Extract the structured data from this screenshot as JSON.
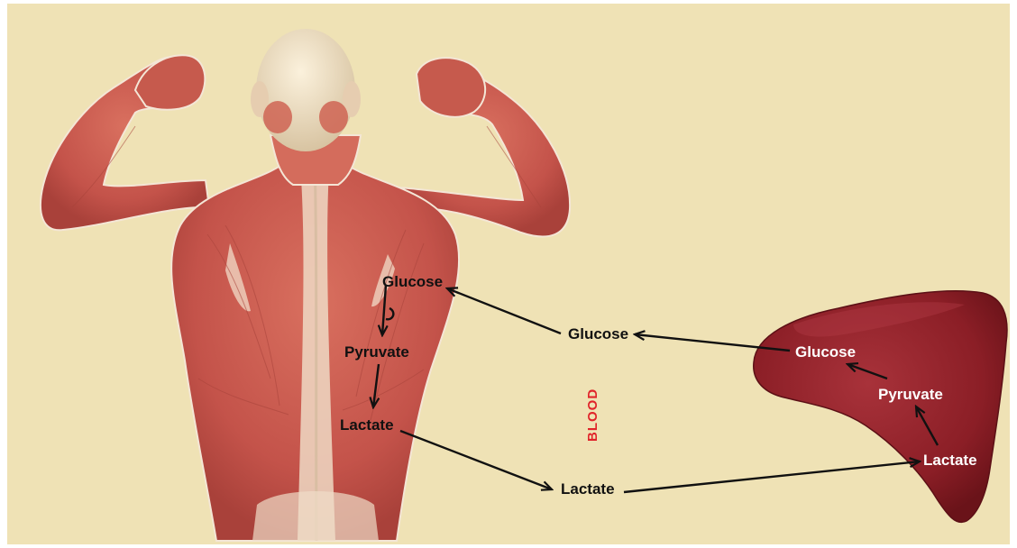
{
  "background_color": "#efe2b5",
  "muscle_color": "#c9574a",
  "liver_color": "#8e2027",
  "blood_color": "#e0242a",
  "muscle": {
    "glucose_label": "Glucose",
    "pyruvate_label": "Pyruvate",
    "lactate_label": "Lactate"
  },
  "blood": {
    "label": "BLOOD",
    "glucose_label": "Glucose",
    "lactate_label": "Lactate"
  },
  "liver": {
    "glucose_label": "Glucose",
    "pyruvate_label": "Pyruvate",
    "lactate_label": "Lactate"
  }
}
